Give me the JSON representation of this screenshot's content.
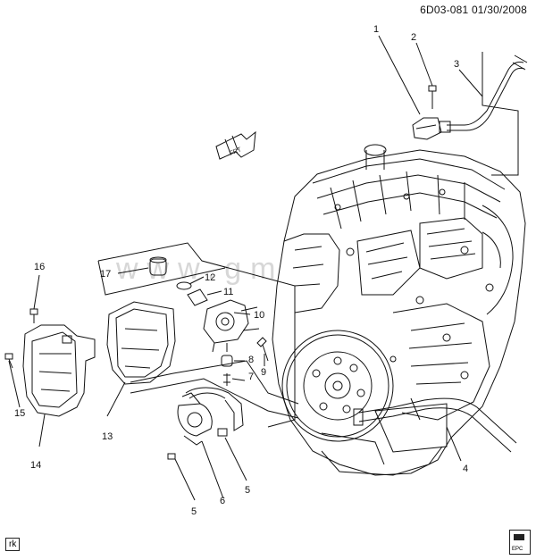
{
  "header": {
    "code": "6D03-081",
    "date": "01/30/2008"
  },
  "watermark": "www.gm",
  "corner_tag": "rk",
  "logo": {
    "text": "EPC"
  },
  "front_arrow_label": "FRT",
  "callouts": [
    {
      "id": "c1",
      "label": "1",
      "part": "sensor-bracket"
    },
    {
      "id": "c2",
      "label": "2",
      "part": "bolt"
    },
    {
      "id": "c3",
      "label": "3",
      "part": "upper-tube"
    },
    {
      "id": "c4",
      "label": "4",
      "part": "lower-hose"
    },
    {
      "id": "c5a",
      "label": "5",
      "part": "bolt"
    },
    {
      "id": "c5b",
      "label": "5",
      "part": "bolt"
    },
    {
      "id": "c6",
      "label": "6",
      "part": "pump-bracket"
    },
    {
      "id": "c7",
      "label": "7",
      "part": "fitting"
    },
    {
      "id": "c8",
      "label": "8",
      "part": "cap"
    },
    {
      "id": "c9",
      "label": "9",
      "part": "bolt"
    },
    {
      "id": "c10",
      "label": "10",
      "part": "pump"
    },
    {
      "id": "c11",
      "label": "11",
      "part": "gasket"
    },
    {
      "id": "c12",
      "label": "12",
      "part": "seal"
    },
    {
      "id": "c13",
      "label": "13",
      "part": "heat-shield"
    },
    {
      "id": "c14",
      "label": "14",
      "part": "outer-shield"
    },
    {
      "id": "c15",
      "label": "15",
      "part": "bolt"
    },
    {
      "id": "c16",
      "label": "16",
      "part": "bolt"
    },
    {
      "id": "c17",
      "label": "17",
      "part": "insulator"
    }
  ]
}
